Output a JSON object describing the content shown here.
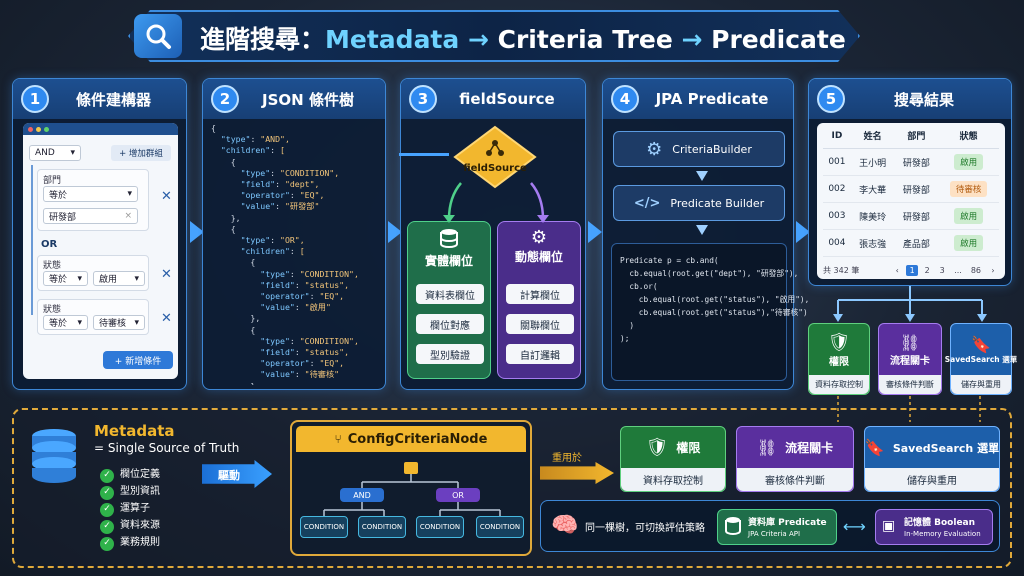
{
  "title": {
    "part1": "進階搜尋：",
    "part2": "Metadata",
    "arrow1": " → ",
    "part3": "Criteria Tree",
    "arrow2": " → ",
    "part4": "Predicate"
  },
  "steps": [
    {
      "num": "1",
      "title": "條件建構器"
    },
    {
      "num": "2",
      "title": "JSON 條件樹"
    },
    {
      "num": "3",
      "title": "fieldSource"
    },
    {
      "num": "4",
      "title": "JPA Predicate"
    },
    {
      "num": "5",
      "title": "搜尋結果"
    }
  ],
  "builder": {
    "logic": "AND",
    "add_group": "+ 增加群組",
    "group1_label": "部門",
    "group1_op": "等於",
    "group1_value": "研發部",
    "or_label": "OR",
    "status1_label": "狀態",
    "status1_op": "等於",
    "status1_value": "啟用",
    "status2_label": "狀態",
    "status2_op": "等於",
    "status2_value": "待審核",
    "add_condition": "+ 新增條件"
  },
  "json_tree": [
    "{",
    "  \"type\": \"AND\",",
    "  \"children\": [",
    "    {",
    "      \"type\": \"CONDITION\",",
    "      \"field\": \"dept\",",
    "      \"operator\": \"EQ\",",
    "      \"value\": \"研發部\"",
    "    },",
    "    {",
    "      \"type\": \"OR\",",
    "      \"children\": [",
    "        {",
    "          \"type\": \"CONDITION\",",
    "          \"field\": \"status\",",
    "          \"operator\": \"EQ\",",
    "          \"value\": \"啟用\"",
    "        },",
    "        {",
    "          \"type\": \"CONDITION\",",
    "          \"field\": \"status\",",
    "          \"operator\": \"EQ\",",
    "          \"value\": \"待審核\"",
    "        }",
    "      ]",
    "    }",
    "  ]",
    "}"
  ],
  "field_source": {
    "diamond_label": "fieldSource",
    "physical": {
      "title": "實體欄位",
      "items": [
        "資料表欄位",
        "欄位對應",
        "型別驗證"
      ]
    },
    "dynamic": {
      "title": "動態欄位",
      "items": [
        "計算欄位",
        "關聯欄位",
        "自訂邏輯"
      ]
    }
  },
  "jpa": {
    "builder1": "CriteriaBuilder",
    "builder2": "Predicate Builder",
    "code": [
      "Predicate p = cb.and(",
      "  cb.equal(root.get(\"dept\"), \"研發部\"),",
      "  cb.or(",
      "    cb.equal(root.get(\"status\"), \"啟用\"),",
      "    cb.equal(root.get(\"status\"),\"待審核\")",
      "  )",
      ");"
    ]
  },
  "results": {
    "headers": [
      "ID",
      "姓名",
      "部門",
      "狀態"
    ],
    "rows": [
      {
        "id": "001",
        "name": "王小明",
        "dept": "研發部",
        "status": "啟用",
        "status_type": "green"
      },
      {
        "id": "002",
        "name": "李大華",
        "dept": "研發部",
        "status": "待審核",
        "status_type": "orange"
      },
      {
        "id": "003",
        "name": "陳美玲",
        "dept": "研發部",
        "status": "啟用",
        "status_type": "green"
      },
      {
        "id": "004",
        "name": "張志強",
        "dept": "產品部",
        "status": "啟用",
        "status_type": "green"
      }
    ],
    "total": "共 342 筆",
    "pages": [
      "‹",
      "1",
      "2",
      "3",
      "...",
      "86",
      "›"
    ]
  },
  "features_top": [
    {
      "title": "權限",
      "subtitle": "資料存取控制",
      "icon": "shield-check-icon",
      "color": "#1f7a3a"
    },
    {
      "title": "流程關卡",
      "subtitle": "審核條件判斷",
      "icon": "flow-icon",
      "color": "#5a2f9e"
    },
    {
      "title": "SavedSearch 選單",
      "subtitle": "儲存與重用",
      "icon": "bookmark-icon",
      "color": "#1d5faa"
    }
  ],
  "metadata": {
    "title": "Metadata",
    "subtitle": "= Single Source of Truth",
    "items": [
      "欄位定義",
      "型別資訊",
      "運算子",
      "資料來源",
      "業務規則"
    ],
    "drive_label": "驅動"
  },
  "config_node": {
    "title": "ConfigCriteriaNode",
    "and_label": "AND",
    "or_label": "OR",
    "conditions": [
      "CONDITION",
      "CONDITION",
      "CONDITION",
      "CONDITION"
    ]
  },
  "reuse_label": "重用於",
  "features_bottom": [
    {
      "title": "權限",
      "subtitle": "資料存取控制",
      "icon": "shield-check-icon"
    },
    {
      "title": "流程關卡",
      "subtitle": "審核條件判斷",
      "icon": "flow-icon"
    },
    {
      "title": "SavedSearch 選單",
      "subtitle": "儲存與重用",
      "icon": "bookmark-icon"
    }
  ],
  "strategy": {
    "text": "同一棵樹，可切換評估策略",
    "db_title": "資料庫 Predicate",
    "db_sub": "JPA Criteria API",
    "mem_title": "記憶體 Boolean",
    "mem_sub": "In-Memory Evaluation"
  },
  "colors": {
    "accent": "#3d87d6",
    "gold": "#e0a93a",
    "green": "#2fb24a",
    "purple": "#7b4fd0"
  }
}
